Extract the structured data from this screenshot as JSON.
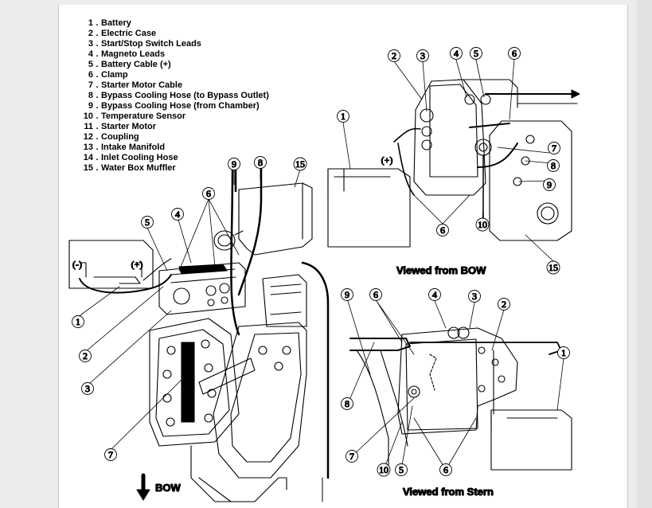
{
  "legend": [
    {
      "num": "1",
      "label": "Battery"
    },
    {
      "num": "2",
      "label": "Electric Case"
    },
    {
      "num": "3",
      "label": "Start/Stop Switch Leads"
    },
    {
      "num": "4",
      "label": "Magneto Leads"
    },
    {
      "num": "5",
      "label": "Battery Cable (+)"
    },
    {
      "num": "6",
      "label": "Clamp"
    },
    {
      "num": "7",
      "label": "Starter Motor Cable"
    },
    {
      "num": "8",
      "label": "Bypass Cooling Hose (to Bypass Outlet)"
    },
    {
      "num": "9",
      "label": "Bypass Cooling Hose (from Chamber)"
    },
    {
      "num": "10",
      "label": "Temperature Sensor"
    },
    {
      "num": "11",
      "label": "Starter Motor"
    },
    {
      "num": "12",
      "label": "Coupling"
    },
    {
      "num": "13",
      "label": "Intake Manifold"
    },
    {
      "num": "14",
      "label": "Inlet Cooling Hose"
    },
    {
      "num": "15",
      "label": "Water Box Muffler"
    }
  ],
  "views": {
    "bow": "Viewed from BOW",
    "stern": "Viewed from Stern",
    "arrow": "BOW"
  },
  "battery_terminals": {
    "neg": "(-)",
    "pos": "(+)"
  },
  "callout_labels": [
    "1",
    "2",
    "3",
    "4",
    "5",
    "6",
    "7",
    "8",
    "9",
    "10",
    "15"
  ]
}
